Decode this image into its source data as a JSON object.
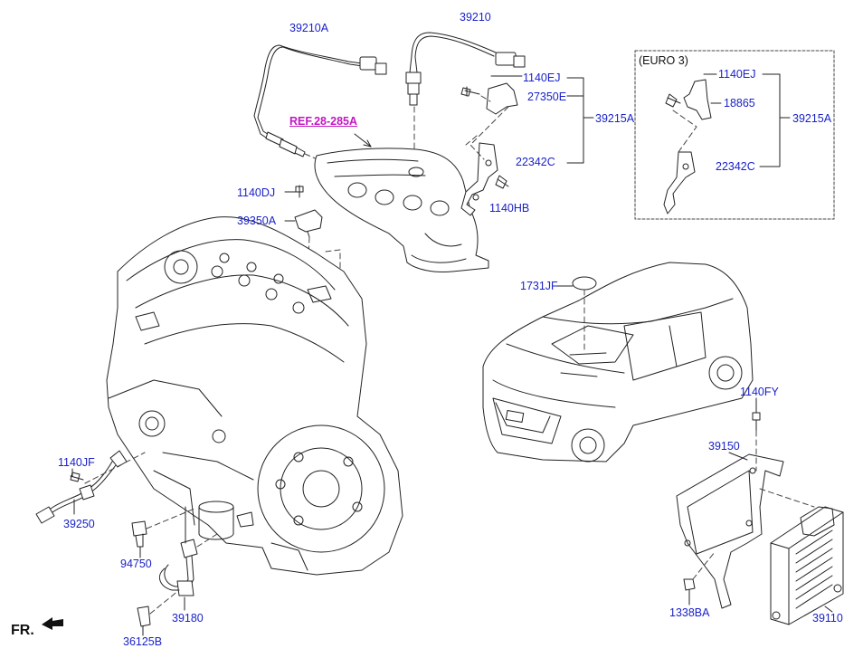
{
  "labels": {
    "p39210A": "39210A",
    "p39210": "39210",
    "ref": "REF.28-285A",
    "p1140EJ": "1140EJ",
    "p27350E": "27350E",
    "p39215A": "39215A",
    "p22342C": "22342C",
    "p1140HB": "1140HB",
    "euro3": "(EURO 3)",
    "p18865": "18865",
    "p1140DJ": "1140DJ",
    "p39350A": "39350A",
    "p1731JF": "1731JF",
    "p1140FY": "1140FY",
    "p39150": "39150",
    "p1338BA": "1338BA",
    "p39110": "39110",
    "p1140JF": "1140JF",
    "p39250": "39250",
    "p94750": "94750",
    "p39180": "39180",
    "p36125B": "36125B",
    "front": "FR."
  },
  "colors": {
    "part_number": "#1a22c8",
    "reference_link": "#c218c2",
    "line_art": "#222222",
    "background": "#ffffff"
  }
}
